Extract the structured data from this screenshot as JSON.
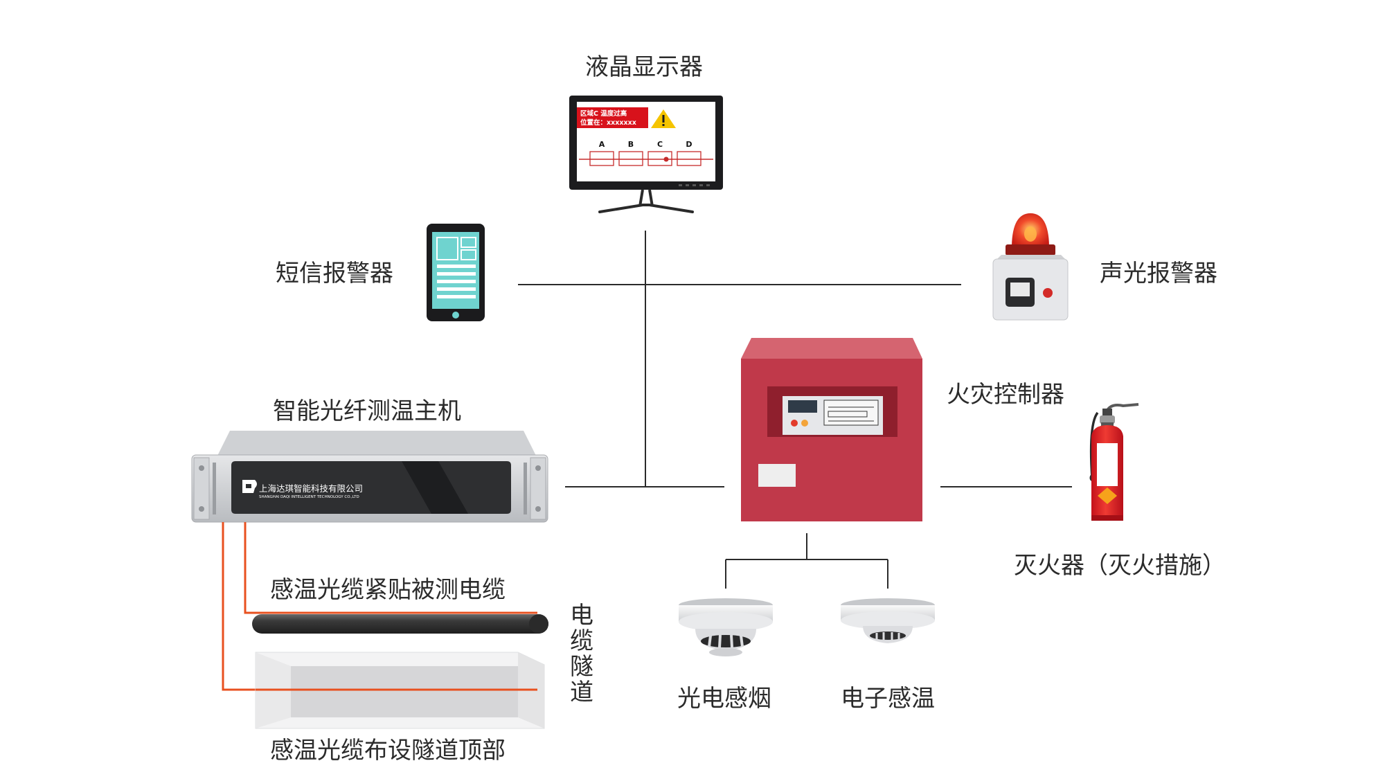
{
  "labels": {
    "lcd_display": "液晶显示器",
    "sms_alarm": "短信报警器",
    "sound_light_alarm": "声光报警器",
    "fire_controller": "火灾控制器",
    "host": "智能光纤测温主机",
    "extinguisher": "灭火器（灭火措施）",
    "cable_attached": "感温光缆紧贴被测电缆",
    "cable_tunnel": "电缆隧道",
    "tunnel_top": "感温光缆布设隧道顶部",
    "smoke_detector": "光电感烟",
    "heat_detector": "电子感温"
  },
  "monitor_screen": {
    "alert_line1": "区域C  温度过高",
    "alert_line2": "位置在：xxxxxxx",
    "zones": [
      "A",
      "B",
      "C",
      "D"
    ]
  },
  "host_panel": {
    "company_cn": "上海达琪智能科技有限公司",
    "company_en": "SHANGHAI DAQI INTELLIGENT TECHNOLOGY CO.,LTD"
  },
  "colors": {
    "line": "#2a2a2a",
    "fiber": "#e8501f",
    "cabinet": "#c0394a",
    "alert_red": "#d8121b",
    "warning_yellow": "#f5c400"
  }
}
